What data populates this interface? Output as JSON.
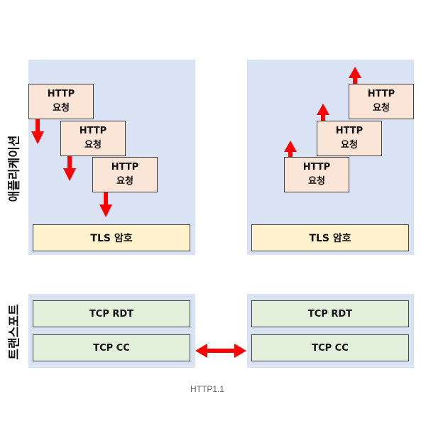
{
  "labels": {
    "application": "애플리케이션",
    "transport": "트랜스포트"
  },
  "request_box": {
    "line1": "HTTP",
    "line2": "요청"
  },
  "tls_label": "TLS 암호",
  "tcp": {
    "rdt_label": "TCP RDT",
    "cc_label": "TCP CC"
  },
  "caption": "HTTP1.1",
  "colors": {
    "layer_background": "#dae3f3",
    "request_fill": "#fbe5d6",
    "tls_fill": "#fff2cc",
    "tcp_fill": "#e2efda",
    "arrow": "#ff0000"
  }
}
